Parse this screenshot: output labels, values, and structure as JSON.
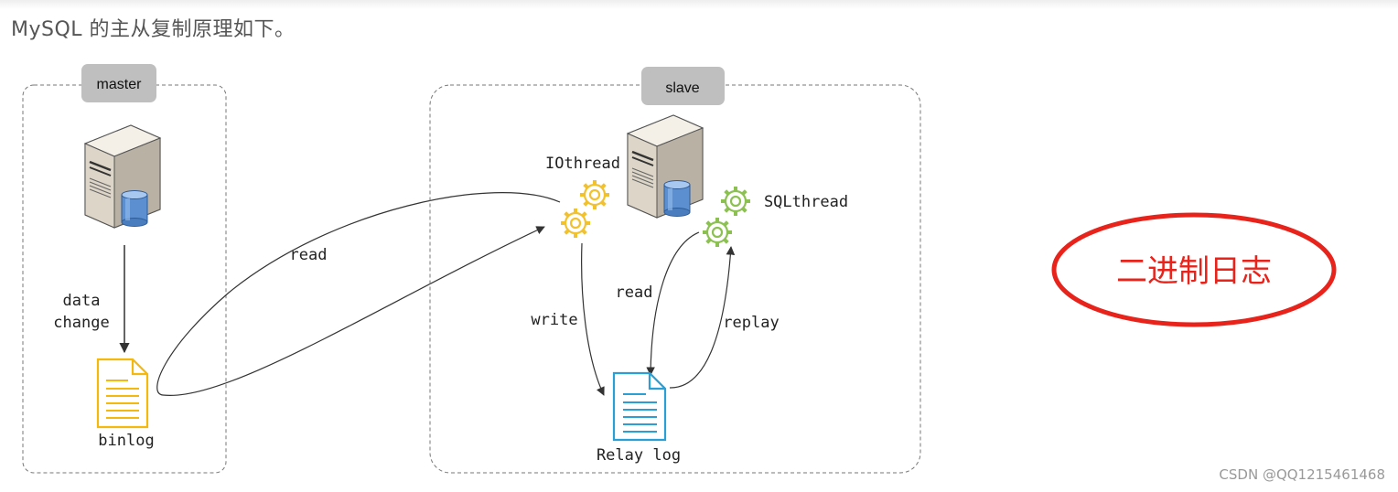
{
  "intro_text": "MySQL 的主从复制原理如下。",
  "master": {
    "tag": "master",
    "label_data": "data",
    "label_change": "change",
    "binlog_label": "binlog"
  },
  "slave": {
    "tag": "slave",
    "iothread_label": "IOthread",
    "sqlthread_label": "SQLthread",
    "write_label": "write",
    "read_label": "read",
    "replay_label": "replay",
    "relay_log_label": "Relay log"
  },
  "read_label": "read",
  "callout_text": "二进制日志",
  "watermark": "CSDN @QQ1215461468",
  "colors": {
    "gear_iothread": "#f2c12e",
    "gear_sqlthread": "#8cc152",
    "binlog_icon": "#f5b80c",
    "relay_icon": "#2a9fd6",
    "callout": "#e8231b",
    "tag_bg": "#bfbfbf",
    "dash": "#777777"
  }
}
